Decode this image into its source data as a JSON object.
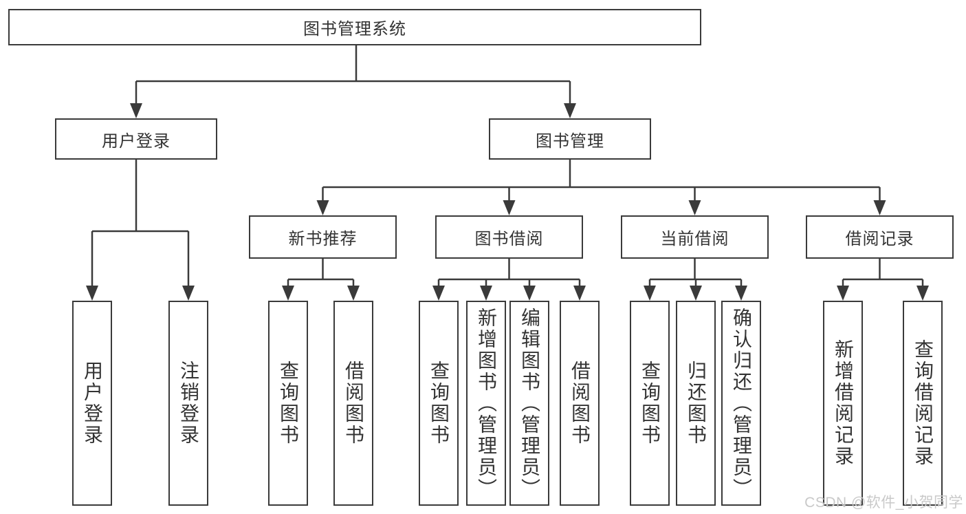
{
  "diagram": {
    "type": "tree",
    "colors": {
      "line": "#3a3a3a",
      "box_border": "#3a3a3a",
      "text": "#333333",
      "background": "#ffffff",
      "watermark": "#c9c9c9"
    },
    "root": {
      "label": "图书管理系统",
      "children": [
        {
          "label": "用户登录",
          "children": [
            {
              "label": "用户登录"
            },
            {
              "label": "注销登录"
            }
          ]
        },
        {
          "label": "图书管理",
          "children": [
            {
              "label": "新书推荐",
              "children": [
                {
                  "label": "查询图书"
                },
                {
                  "label": "借阅图书"
                }
              ]
            },
            {
              "label": "图书借阅",
              "children": [
                {
                  "label": "查询图书"
                },
                {
                  "label": "新增图书（管理员）"
                },
                {
                  "label": "编辑图书（管理员）"
                },
                {
                  "label": "借阅图书"
                }
              ]
            },
            {
              "label": "当前借阅",
              "children": [
                {
                  "label": "查询图书"
                },
                {
                  "label": "归还图书"
                },
                {
                  "label": "确认归还（管理员）"
                }
              ]
            },
            {
              "label": "借阅记录",
              "children": [
                {
                  "label": "新增借阅记录"
                },
                {
                  "label": "查询借阅记录"
                }
              ]
            }
          ]
        }
      ]
    },
    "watermark": "CSDN @软件_小贺同学"
  }
}
